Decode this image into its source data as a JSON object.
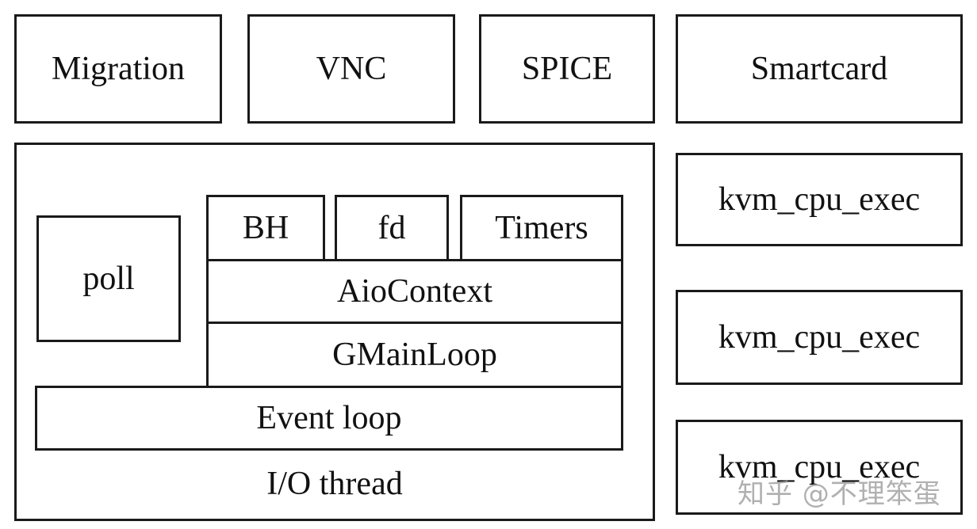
{
  "top_row": {
    "migration": "Migration",
    "vnc": "VNC",
    "spice": "SPICE",
    "smartcard": "Smartcard"
  },
  "io_thread": {
    "label": "I/O thread",
    "poll": "poll",
    "bh": "BH",
    "fd": "fd",
    "timers": "Timers",
    "aio_context": "AioContext",
    "gmain_loop": "GMainLoop",
    "event_loop": "Event loop"
  },
  "vcpus": [
    "kvm_cpu_exec",
    "kvm_cpu_exec",
    "kvm_cpu_exec"
  ],
  "watermark": "知乎 @不理笨蛋"
}
